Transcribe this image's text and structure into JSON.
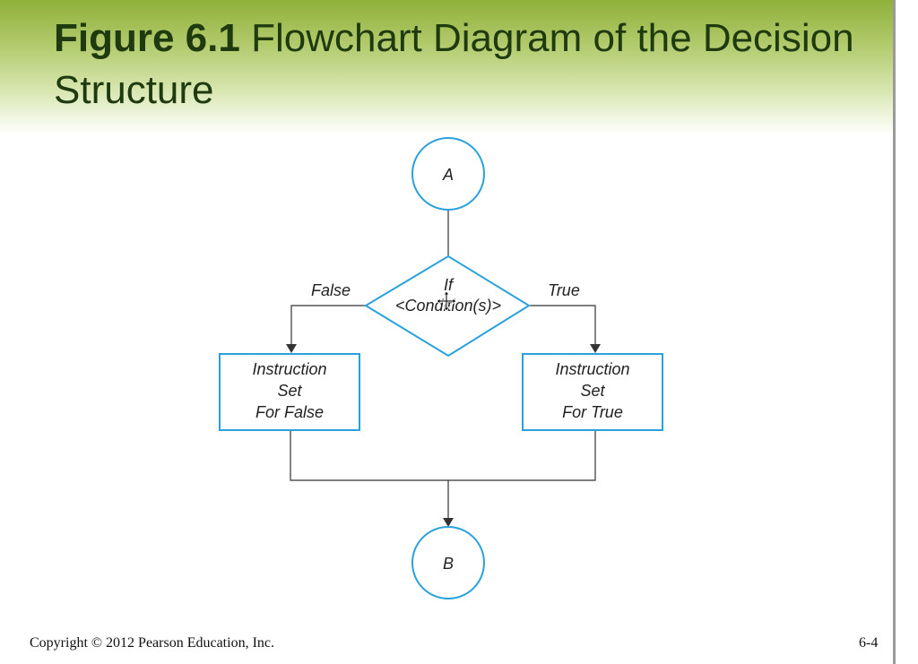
{
  "title": {
    "figure_label": "Figure 6.1",
    "text": " Flowchart Diagram of the Decision Structure"
  },
  "diagram": {
    "start_connector": "A",
    "end_connector": "B",
    "decision": {
      "line1": "If",
      "line2": "<Condition(s)>"
    },
    "false_label": "False",
    "true_label": "True",
    "false_box": [
      "Instruction",
      "Set",
      "For False"
    ],
    "true_box": [
      "Instruction",
      "Set",
      "For True"
    ]
  },
  "footer": {
    "copyright": "Copyright © 2012 Pearson Education, Inc.",
    "page_number": "6-4"
  },
  "colors": {
    "accent": "#2aa1dc",
    "header_green": "#8fb03a",
    "title_text": "#1f3a0e"
  },
  "icons": {
    "cursor": "move-cursor-icon"
  }
}
